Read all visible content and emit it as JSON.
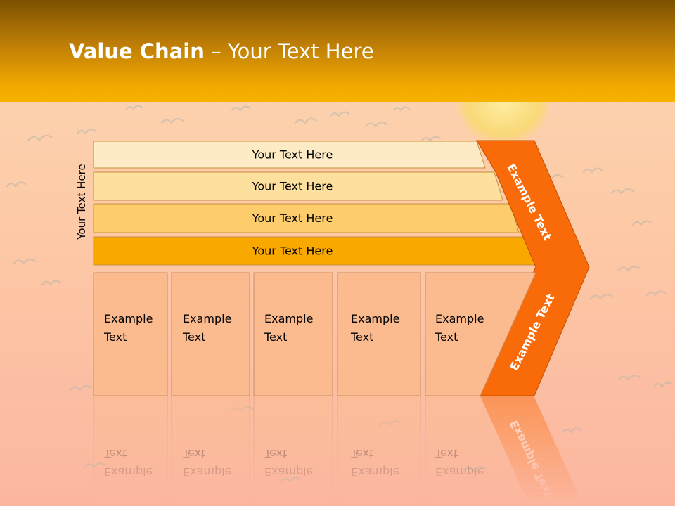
{
  "slide": {
    "title_bold": "Value Chain",
    "title_rest": " – Your Text Here"
  },
  "diagram": {
    "side_label": "Your Text Here",
    "bars": [
      {
        "label": "Your Text Here",
        "color": "#fdebc6"
      },
      {
        "label": "Your Text Here",
        "color": "#fddf9e"
      },
      {
        "label": "Your Text Here",
        "color": "#fccd6a"
      },
      {
        "label": "Your Text Here",
        "color": "#f9a800"
      }
    ],
    "boxes": [
      {
        "line1": "Example",
        "line2": "Text"
      },
      {
        "line1": "Example",
        "line2": "Text"
      },
      {
        "line1": "Example",
        "line2": "Text"
      },
      {
        "line1": "Example",
        "line2": "Text"
      },
      {
        "line1": "Example",
        "line2": "Text"
      }
    ],
    "chevron_top": "Example Text",
    "chevron_bottom": "Example Text",
    "colors": {
      "box_fill": "#fbbb8f",
      "chevron": "#f96a09"
    }
  }
}
